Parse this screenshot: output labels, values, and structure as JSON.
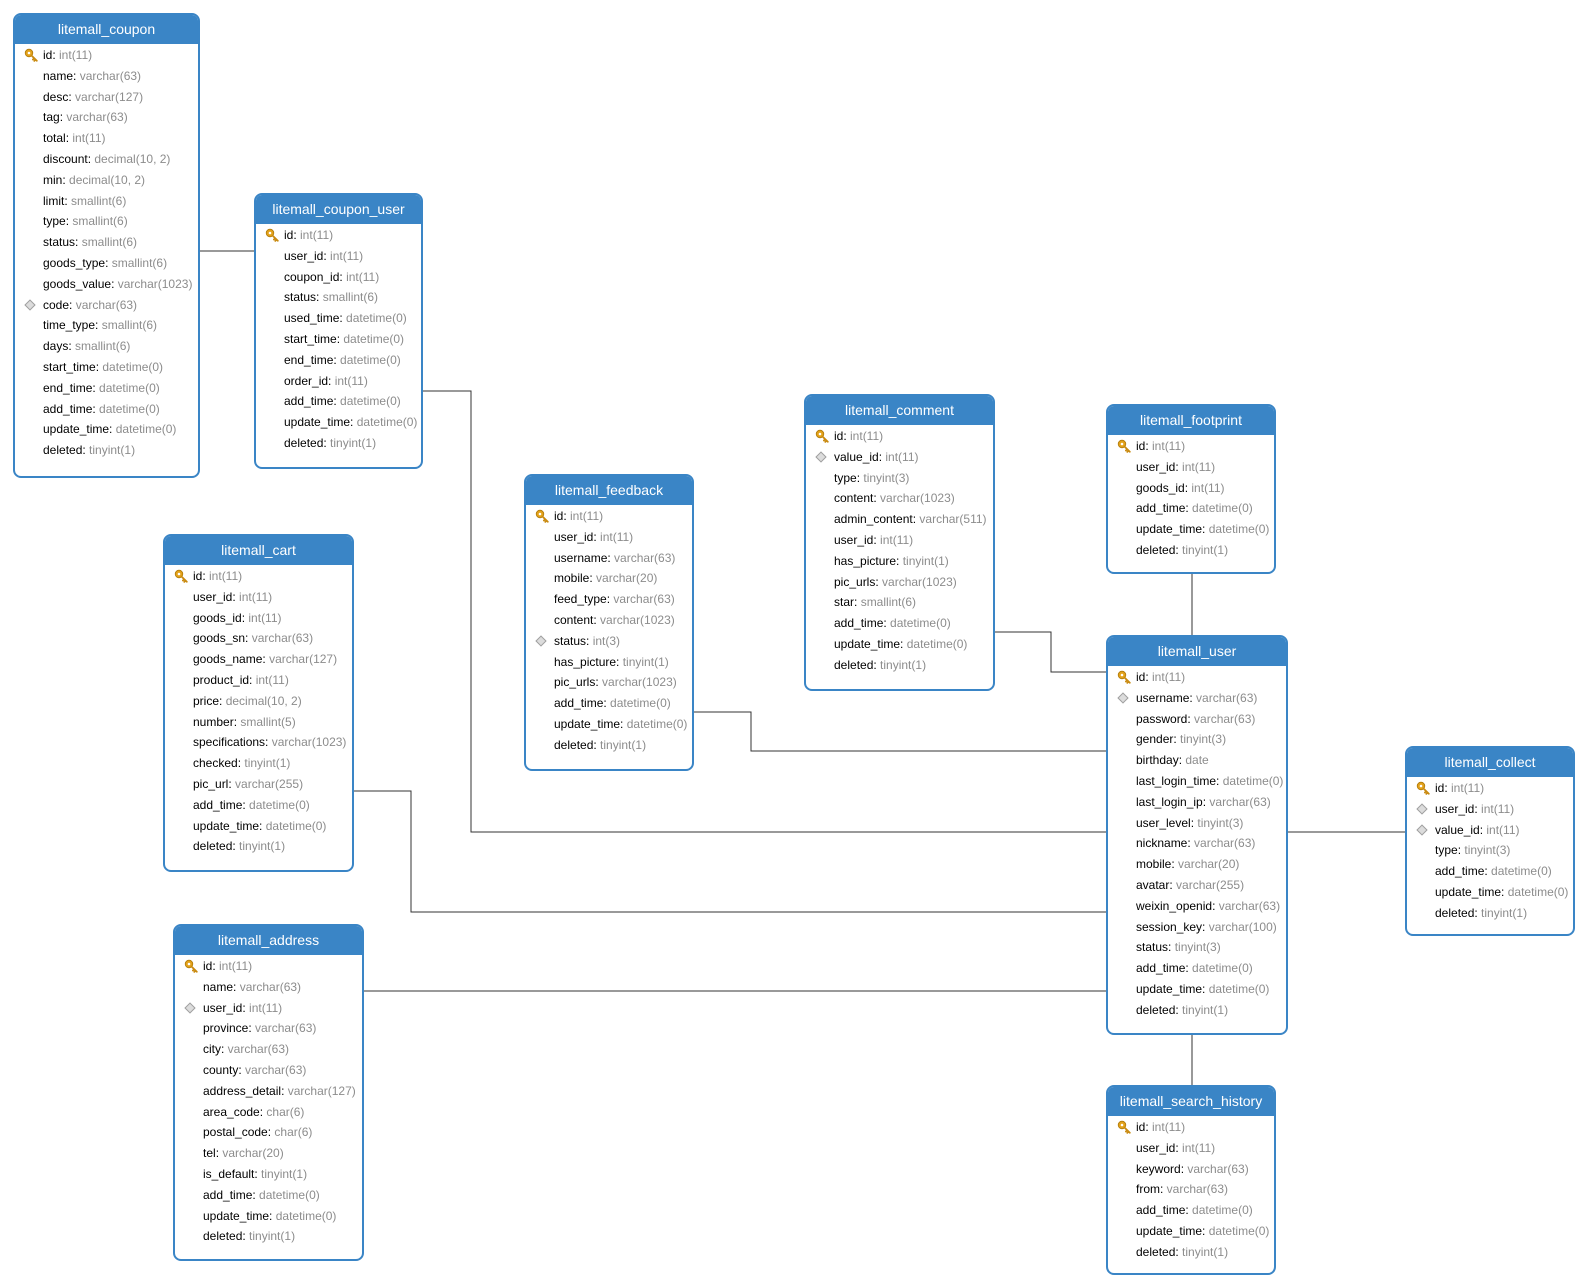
{
  "colors": {
    "header": "#3a85c6",
    "key": "#e3a21a",
    "type_text": "#8c8c8c",
    "connector": "#333333"
  },
  "tables": {
    "coupon": {
      "title": "litemall_coupon",
      "fields": [
        {
          "name": "id",
          "type": "int(11)",
          "icon": "key-icon"
        },
        {
          "name": "name",
          "type": "varchar(63)"
        },
        {
          "name": "desc",
          "type": "varchar(127)"
        },
        {
          "name": "tag",
          "type": "varchar(63)"
        },
        {
          "name": "total",
          "type": "int(11)"
        },
        {
          "name": "discount",
          "type": "decimal(10, 2)"
        },
        {
          "name": "min",
          "type": "decimal(10, 2)"
        },
        {
          "name": "limit",
          "type": "smallint(6)"
        },
        {
          "name": "type",
          "type": "smallint(6)"
        },
        {
          "name": "status",
          "type": "smallint(6)"
        },
        {
          "name": "goods_type",
          "type": "smallint(6)"
        },
        {
          "name": "goods_value",
          "type": "varchar(1023)"
        },
        {
          "name": "code",
          "type": "varchar(63)",
          "icon": "index-icon"
        },
        {
          "name": "time_type",
          "type": "smallint(6)"
        },
        {
          "name": "days",
          "type": "smallint(6)"
        },
        {
          "name": "start_time",
          "type": "datetime(0)"
        },
        {
          "name": "end_time",
          "type": "datetime(0)"
        },
        {
          "name": "add_time",
          "type": "datetime(0)"
        },
        {
          "name": "update_time",
          "type": "datetime(0)"
        },
        {
          "name": "deleted",
          "type": "tinyint(1)"
        }
      ]
    },
    "coupon_user": {
      "title": "litemall_coupon_user",
      "fields": [
        {
          "name": "id",
          "type": "int(11)",
          "icon": "key-icon"
        },
        {
          "name": "user_id",
          "type": "int(11)"
        },
        {
          "name": "coupon_id",
          "type": "int(11)"
        },
        {
          "name": "status",
          "type": "smallint(6)"
        },
        {
          "name": "used_time",
          "type": "datetime(0)"
        },
        {
          "name": "start_time",
          "type": "datetime(0)"
        },
        {
          "name": "end_time",
          "type": "datetime(0)"
        },
        {
          "name": "order_id",
          "type": "int(11)"
        },
        {
          "name": "add_time",
          "type": "datetime(0)"
        },
        {
          "name": "update_time",
          "type": "datetime(0)"
        },
        {
          "name": "deleted",
          "type": "tinyint(1)"
        }
      ]
    },
    "cart": {
      "title": "litemall_cart",
      "fields": [
        {
          "name": "id",
          "type": "int(11)",
          "icon": "key-icon"
        },
        {
          "name": "user_id",
          "type": "int(11)"
        },
        {
          "name": "goods_id",
          "type": "int(11)"
        },
        {
          "name": "goods_sn",
          "type": "varchar(63)"
        },
        {
          "name": "goods_name",
          "type": "varchar(127)"
        },
        {
          "name": "product_id",
          "type": "int(11)"
        },
        {
          "name": "price",
          "type": "decimal(10, 2)"
        },
        {
          "name": "number",
          "type": "smallint(5)"
        },
        {
          "name": "specifications",
          "type": "varchar(1023)"
        },
        {
          "name": "checked",
          "type": "tinyint(1)"
        },
        {
          "name": "pic_url",
          "type": "varchar(255)"
        },
        {
          "name": "add_time",
          "type": "datetime(0)"
        },
        {
          "name": "update_time",
          "type": "datetime(0)"
        },
        {
          "name": "deleted",
          "type": "tinyint(1)"
        }
      ]
    },
    "feedback": {
      "title": "litemall_feedback",
      "fields": [
        {
          "name": "id",
          "type": "int(11)",
          "icon": "key-icon"
        },
        {
          "name": "user_id",
          "type": "int(11)"
        },
        {
          "name": "username",
          "type": "varchar(63)"
        },
        {
          "name": "mobile",
          "type": "varchar(20)"
        },
        {
          "name": "feed_type",
          "type": "varchar(63)"
        },
        {
          "name": "content",
          "type": "varchar(1023)"
        },
        {
          "name": "status",
          "type": "int(3)",
          "icon": "index-icon"
        },
        {
          "name": "has_picture",
          "type": "tinyint(1)"
        },
        {
          "name": "pic_urls",
          "type": "varchar(1023)"
        },
        {
          "name": "add_time",
          "type": "datetime(0)"
        },
        {
          "name": "update_time",
          "type": "datetime(0)"
        },
        {
          "name": "deleted",
          "type": "tinyint(1)"
        }
      ]
    },
    "comment": {
      "title": "litemall_comment",
      "fields": [
        {
          "name": "id",
          "type": "int(11)",
          "icon": "key-icon"
        },
        {
          "name": "value_id",
          "type": "int(11)",
          "icon": "index-icon"
        },
        {
          "name": "type",
          "type": "tinyint(3)"
        },
        {
          "name": "content",
          "type": "varchar(1023)"
        },
        {
          "name": "admin_content",
          "type": "varchar(511)"
        },
        {
          "name": "user_id",
          "type": "int(11)"
        },
        {
          "name": "has_picture",
          "type": "tinyint(1)"
        },
        {
          "name": "pic_urls",
          "type": "varchar(1023)"
        },
        {
          "name": "star",
          "type": "smallint(6)"
        },
        {
          "name": "add_time",
          "type": "datetime(0)"
        },
        {
          "name": "update_time",
          "type": "datetime(0)"
        },
        {
          "name": "deleted",
          "type": "tinyint(1)"
        }
      ]
    },
    "footprint": {
      "title": "litemall_footprint",
      "fields": [
        {
          "name": "id",
          "type": "int(11)",
          "icon": "key-icon"
        },
        {
          "name": "user_id",
          "type": "int(11)"
        },
        {
          "name": "goods_id",
          "type": "int(11)"
        },
        {
          "name": "add_time",
          "type": "datetime(0)"
        },
        {
          "name": "update_time",
          "type": "datetime(0)"
        },
        {
          "name": "deleted",
          "type": "tinyint(1)"
        }
      ]
    },
    "user": {
      "title": "litemall_user",
      "fields": [
        {
          "name": "id",
          "type": "int(11)",
          "icon": "key-icon"
        },
        {
          "name": "username",
          "type": "varchar(63)",
          "icon": "index-icon"
        },
        {
          "name": "password",
          "type": "varchar(63)"
        },
        {
          "name": "gender",
          "type": "tinyint(3)"
        },
        {
          "name": "birthday",
          "type": "date"
        },
        {
          "name": "last_login_time",
          "type": "datetime(0)"
        },
        {
          "name": "last_login_ip",
          "type": "varchar(63)"
        },
        {
          "name": "user_level",
          "type": "tinyint(3)"
        },
        {
          "name": "nickname",
          "type": "varchar(63)"
        },
        {
          "name": "mobile",
          "type": "varchar(20)"
        },
        {
          "name": "avatar",
          "type": "varchar(255)"
        },
        {
          "name": "weixin_openid",
          "type": "varchar(63)"
        },
        {
          "name": "session_key",
          "type": "varchar(100)"
        },
        {
          "name": "status",
          "type": "tinyint(3)"
        },
        {
          "name": "add_time",
          "type": "datetime(0)"
        },
        {
          "name": "update_time",
          "type": "datetime(0)"
        },
        {
          "name": "deleted",
          "type": "tinyint(1)"
        }
      ]
    },
    "collect": {
      "title": "litemall_collect",
      "fields": [
        {
          "name": "id",
          "type": "int(11)",
          "icon": "key-icon"
        },
        {
          "name": "user_id",
          "type": "int(11)",
          "icon": "index-icon"
        },
        {
          "name": "value_id",
          "type": "int(11)",
          "icon": "index-icon"
        },
        {
          "name": "type",
          "type": "tinyint(3)"
        },
        {
          "name": "add_time",
          "type": "datetime(0)"
        },
        {
          "name": "update_time",
          "type": "datetime(0)"
        },
        {
          "name": "deleted",
          "type": "tinyint(1)"
        }
      ]
    },
    "address": {
      "title": "litemall_address",
      "fields": [
        {
          "name": "id",
          "type": "int(11)",
          "icon": "key-icon"
        },
        {
          "name": "name",
          "type": "varchar(63)"
        },
        {
          "name": "user_id",
          "type": "int(11)",
          "icon": "index-icon"
        },
        {
          "name": "province",
          "type": "varchar(63)"
        },
        {
          "name": "city",
          "type": "varchar(63)"
        },
        {
          "name": "county",
          "type": "varchar(63)"
        },
        {
          "name": "address_detail",
          "type": "varchar(127)"
        },
        {
          "name": "area_code",
          "type": "char(6)"
        },
        {
          "name": "postal_code",
          "type": "char(6)"
        },
        {
          "name": "tel",
          "type": "varchar(20)"
        },
        {
          "name": "is_default",
          "type": "tinyint(1)"
        },
        {
          "name": "add_time",
          "type": "datetime(0)"
        },
        {
          "name": "update_time",
          "type": "datetime(0)"
        },
        {
          "name": "deleted",
          "type": "tinyint(1)"
        }
      ]
    },
    "search_history": {
      "title": "litemall_search_history",
      "fields": [
        {
          "name": "id",
          "type": "int(11)",
          "icon": "key-icon"
        },
        {
          "name": "user_id",
          "type": "int(11)"
        },
        {
          "name": "keyword",
          "type": "varchar(63)"
        },
        {
          "name": "from",
          "type": "varchar(63)"
        },
        {
          "name": "add_time",
          "type": "datetime(0)"
        },
        {
          "name": "update_time",
          "type": "datetime(0)"
        },
        {
          "name": "deleted",
          "type": "tinyint(1)"
        }
      ]
    }
  }
}
